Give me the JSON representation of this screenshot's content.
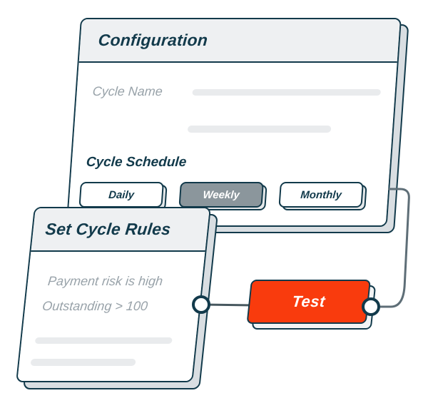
{
  "colors": {
    "navy": "#123a4b",
    "header_bg": "#eef0f2",
    "card_bg": "#ffffff",
    "depth": "#d9dee2",
    "bar": "#e9ebed",
    "muted": "#98a2a9",
    "gray_btn": "#8b969c",
    "red": "#f93b0d",
    "connector": "#5e6e77",
    "connector_dark": "#47585f"
  },
  "configuration_card": {
    "title": "Configuration",
    "cycle_name_label": "Cycle Name",
    "schedule_label": "Cycle Schedule",
    "schedule_options": [
      {
        "label": "Daily",
        "selected": false
      },
      {
        "label": "Weekly",
        "selected": true
      },
      {
        "label": "Monthly",
        "selected": false
      }
    ]
  },
  "rules_card": {
    "title": "Set Cycle Rules",
    "rules": [
      "Payment risk is high",
      "Outstanding > 100"
    ]
  },
  "test_button": {
    "label": "Test"
  }
}
